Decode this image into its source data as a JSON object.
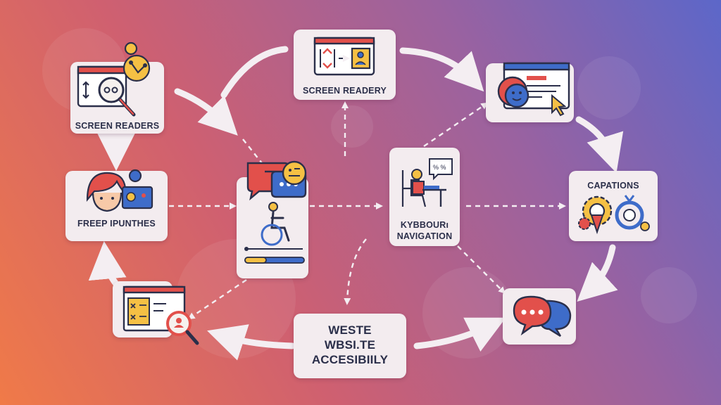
{
  "diagram": {
    "title": "Website Accessibility",
    "nodes": {
      "screen_readers": "SCREEN READERS",
      "screen_readery": "SCREEN READERY",
      "freep_ipunthes": "FREEP IPUNTHES",
      "kybbourn_navigation": [
        "KYBBOURı",
        "NAVIGATION"
      ],
      "capations": "CAPATIONS",
      "center_hub": "",
      "website_accessibility": [
        "WESTE",
        "WBSI.TE",
        "ACCESIBIILY"
      ]
    },
    "colors": {
      "card": "#f3ecef",
      "ink": "#2b2f4a",
      "red": "#e2504b",
      "yellow": "#f5c044",
      "blue": "#3e6cc9",
      "arrow": "#f4eef2"
    }
  }
}
